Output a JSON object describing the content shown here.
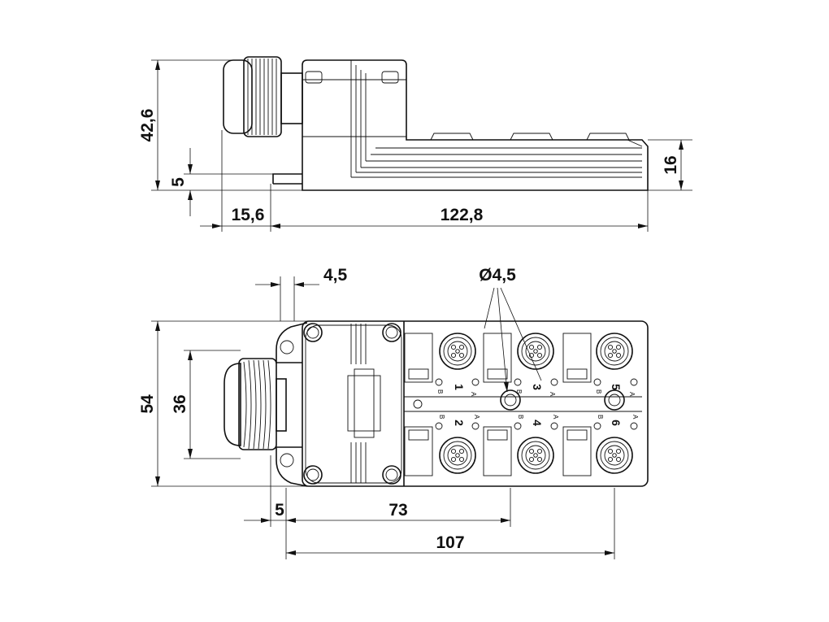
{
  "dimensions": {
    "side_height": "42,6",
    "side_base": "5",
    "side_right_height": "16",
    "side_gland_length": "15,6",
    "side_body_length": "122,8",
    "top_mount_offset": "4,5",
    "top_hole_diameter": "Ø4,5",
    "top_height": "54",
    "top_gland_height": "36",
    "top_bottom_offset": "5",
    "top_pitch": "73",
    "top_length": "107"
  },
  "ports": [
    {
      "number": "1",
      "a": "A",
      "b": "B"
    },
    {
      "number": "3",
      "a": "A",
      "b": "B"
    },
    {
      "number": "5",
      "a": "A",
      "b": "B"
    },
    {
      "number": "2",
      "a": "A",
      "b": "B"
    },
    {
      "number": "4",
      "a": "A",
      "b": "B"
    },
    {
      "number": "6",
      "a": "A",
      "b": "B"
    }
  ]
}
